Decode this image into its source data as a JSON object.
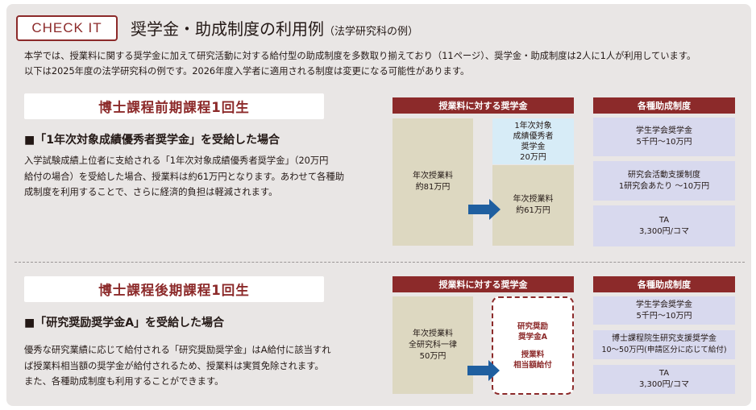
{
  "header": {
    "badge": "CHECK IT",
    "title": "奨学金・助成制度の利用例",
    "title_sub": "（法学研究科の例）"
  },
  "intro": {
    "line1": "本学では、授業料に関する奨学金に加えて研究活動に対する給付型の助成制度を多数取り揃えており（11ページ）、奨学金・助成制度は2人に1人が利用しています。",
    "line2": "以下は2025年度の法学研究科の例です。2026年度入学者に適用される制度は変更になる可能性があります。"
  },
  "section1": {
    "title": "博士課程前期課程1回生",
    "case_title": "■「1年次対象成績優秀者奨学金」を受給した場合",
    "desc1": "入学試験成績上位者に支給される「1年次対象成績優秀者奨学金」（20万円",
    "desc2": "給付の場合）を受給した場合、授業料は約61万円となります。あわせて各種助",
    "desc3": "成制度を利用することで、さらに経済的負担は軽減されます。",
    "tuition_header": "授業料に対する奨学金",
    "before_l1": "年次授業料",
    "before_l2": "約81万円",
    "scholar_l1": "1年次対象",
    "scholar_l2": "成績優秀者",
    "scholar_l3": "奨学金",
    "scholar_l4": "20万円",
    "after_l1": "年次授業料",
    "after_l2": "約61万円",
    "grants_header": "各種助成制度",
    "grant1_l1": "学生学会奨学金",
    "grant1_l2": "5千円～10万円",
    "grant2_l1": "研究会活動支援制度",
    "grant2_l2": "1研究会あたり ～10万円",
    "grant3_l1": "TA",
    "grant3_l2": "3,300円/コマ"
  },
  "section2": {
    "title": "博士課程後期課程1回生",
    "case_title": "■「研究奨励奨学金A」を受給した場合",
    "desc1": "優秀な研究業績に応じて給付される「研究奨励奨学金」はA給付に該当すれ",
    "desc2": "ば授業料相当額の奨学金が給付されるため、授業料は実質免除されます。",
    "desc3": "また、各種助成制度も利用することができます。",
    "tuition_header": "授業料に対する奨学金",
    "before_l1": "年次授業料",
    "before_l2": "全研究科一律",
    "before_l3": "50万円",
    "scholar_l1": "研究奨励",
    "scholar_l2": "奨学金A",
    "scholar_l3": "授業料",
    "scholar_l4": "相当額給付",
    "grants_header": "各種助成制度",
    "grant1_l1": "学生学会奨学金",
    "grant1_l2": "5千円～10万円",
    "grant2_l1": "博士課程院生研究支援奨学金",
    "grant2_l2": "10～50万円(申請区分に応じて給付)",
    "grant3_l1": "TA",
    "grant3_l2": "3,300円/コマ"
  },
  "colors": {
    "accent": "#8c2a2a",
    "panel": "#e9e6e5",
    "tan": "#ddd8c1",
    "light_blue": "#d7ecf7",
    "lavender": "#d8d9ee",
    "arrow": "#1f5fa0"
  },
  "icons": [
    "right-arrow-icon"
  ]
}
